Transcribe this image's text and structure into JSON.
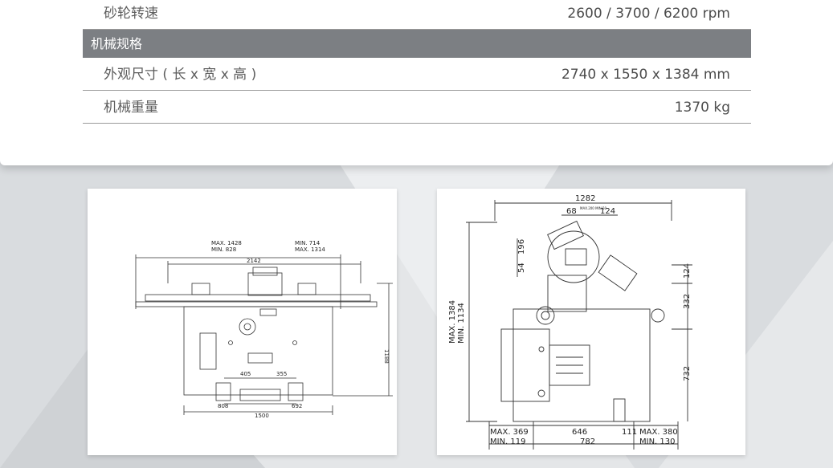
{
  "specs": {
    "row_speed": {
      "label": "砂轮转速",
      "value": "2600 / 3700 / 6200 rpm"
    },
    "section_title": "机械规格",
    "row_dimensions": {
      "label": "外观尺寸 ( 长 x 宽 x 高 )",
      "value": "2740 x 1550 x 1384 mm"
    },
    "row_weight": {
      "label": "机械重量",
      "value": "1370 kg"
    }
  },
  "drawing_front": {
    "max_left": "MAX. 1428",
    "min_left": "MIN. 828",
    "min_right": "MIN. 714",
    "max_right": "MAX. 1314",
    "width_top": "2142",
    "height_side": "1188",
    "d405": "405",
    "d355": "355",
    "d808": "808",
    "d692": "692",
    "d1500": "1500"
  },
  "drawing_side": {
    "width_top": "1282",
    "d68": "68",
    "d_maxmin_small": "MAX.200 MIN.50",
    "d124_top": "124",
    "d54": "54",
    "d196": "196",
    "max_h": "MAX. 1384",
    "min_h": "MIN. 1134",
    "d124_right": "124",
    "d332": "332",
    "d732": "732",
    "max369": "MAX. 369",
    "min119": "MIN. 119",
    "d646": "646",
    "d111": "111",
    "max380": "MAX. 380",
    "min130": "MIN. 130",
    "d782": "782"
  }
}
